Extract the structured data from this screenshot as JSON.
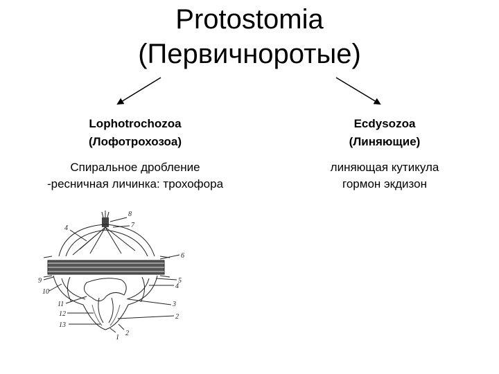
{
  "title": {
    "line1": "Protostomia",
    "line2": "(Первичноротые)"
  },
  "left": {
    "name": "Lophotrochozoa",
    "name_ru": "(Лофотрохозоа)",
    "desc1": "Спиральное дробление",
    "desc2": "-ресничная личинка: трохофора"
  },
  "right": {
    "name": "Ecdysozoa",
    "name_ru": "(Линяющие)",
    "desc1": "линяющая кутикула",
    "desc2": "гормон экдизон"
  },
  "figure": {
    "icon": "trochophore-larva-drawing",
    "labels": [
      "1",
      "2",
      "3",
      "4",
      "5",
      "6",
      "7",
      "8",
      "9",
      "10",
      "11",
      "12",
      "13"
    ]
  }
}
